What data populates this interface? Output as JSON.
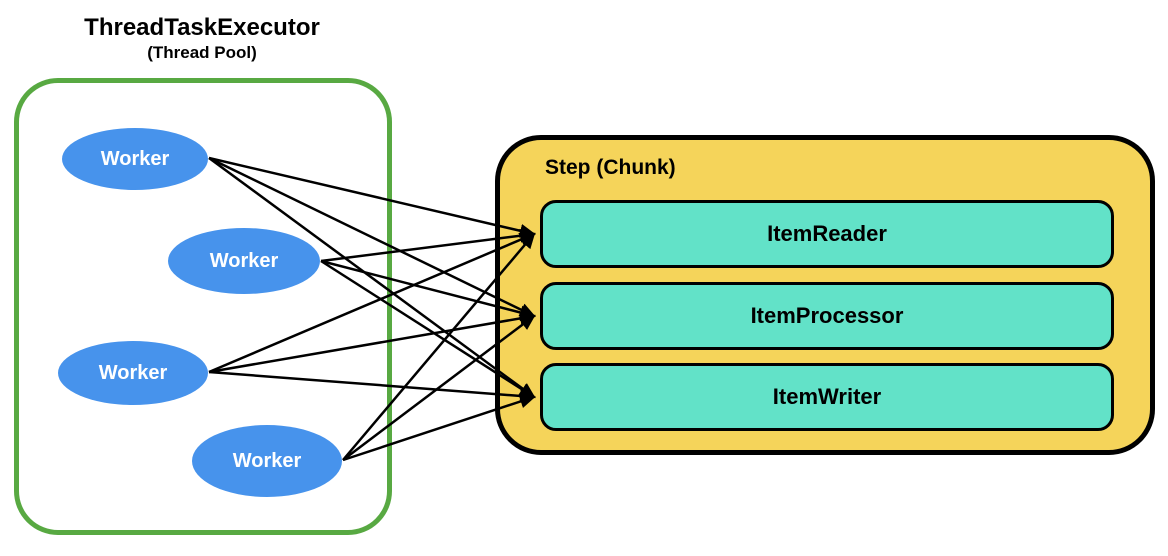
{
  "diagram": {
    "title": "ThreadTaskExecutor",
    "subtitle": "(Thread Pool)"
  },
  "thread_pool": {
    "workers": [
      {
        "id": "worker-1",
        "label": "Worker"
      },
      {
        "id": "worker-2",
        "label": "Worker"
      },
      {
        "id": "worker-3",
        "label": "Worker"
      },
      {
        "id": "worker-4",
        "label": "Worker"
      }
    ]
  },
  "step": {
    "label": "Step (Chunk)",
    "components": [
      {
        "id": "item-reader",
        "label": "ItemReader"
      },
      {
        "id": "item-processor",
        "label": "ItemProcessor"
      },
      {
        "id": "item-writer",
        "label": "ItemWriter"
      }
    ]
  },
  "edges": [
    {
      "from": "worker-1",
      "to": "item-reader"
    },
    {
      "from": "worker-1",
      "to": "item-processor"
    },
    {
      "from": "worker-1",
      "to": "item-writer"
    },
    {
      "from": "worker-2",
      "to": "item-reader"
    },
    {
      "from": "worker-2",
      "to": "item-processor"
    },
    {
      "from": "worker-2",
      "to": "item-writer"
    },
    {
      "from": "worker-3",
      "to": "item-reader"
    },
    {
      "from": "worker-3",
      "to": "item-processor"
    },
    {
      "from": "worker-3",
      "to": "item-writer"
    },
    {
      "from": "worker-4",
      "to": "item-reader"
    },
    {
      "from": "worker-4",
      "to": "item-processor"
    },
    {
      "from": "worker-4",
      "to": "item-writer"
    }
  ],
  "colors": {
    "worker_fill": "#4793EC",
    "worker_text": "#FFFFFF",
    "pool_border": "#58A942",
    "step_fill": "#F5D45A",
    "component_fill": "#62E2C8",
    "outline": "#000000",
    "arrow": "#000000",
    "title_text": "#000000"
  }
}
